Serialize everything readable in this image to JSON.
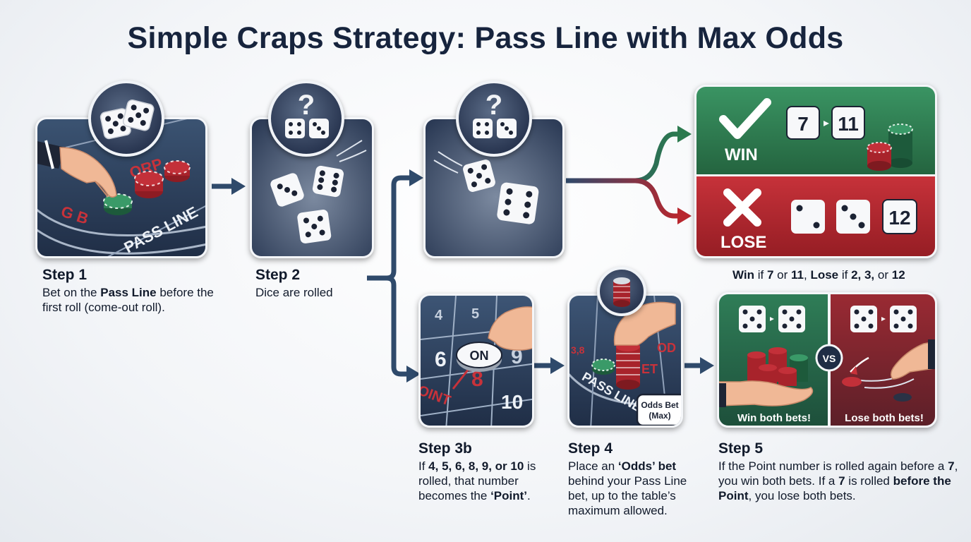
{
  "title": "Simple Craps Strategy: Pass Line with Max Odds",
  "colors": {
    "navy": "#2f4a6b",
    "win_green": "#2c7a4f",
    "lose_red": "#b8262e",
    "chip_red": "#a8232b",
    "chip_green": "#2e7d55"
  },
  "steps": {
    "s1": {
      "title": "Step 1",
      "desc_a": "Bet on the ",
      "desc_b": "Pass Line",
      "desc_c": " before the first roll (come-out roll)."
    },
    "s2": {
      "title": "Step 2",
      "desc": "Dice are rolled"
    },
    "s3b": {
      "title": "Step 3b",
      "desc_a": "If ",
      "desc_b": "4, 5, 6, 8, 9, or 10",
      "desc_c": " is rolled, that number becomes the ",
      "desc_d": "‘Point’",
      "desc_e": "."
    },
    "s4": {
      "title": "Step 4",
      "desc_a": "Place an ",
      "desc_b": "‘Odds’ bet",
      "desc_c": " behind your Pass Line bet, up to the table’s maximum allowed."
    },
    "s5": {
      "title": "Step 5",
      "desc_a": "If the Point number is rolled again before a ",
      "desc_b": "7",
      "desc_c": ", you win both bets. If a ",
      "desc_d": "7",
      "desc_e": " is rolled ",
      "desc_f": "before the Point",
      "desc_g": ", you lose both bets."
    }
  },
  "table_text": {
    "pass_line": "PASS LINE",
    "dont_pass": "ORP",
    "field": "G B",
    "on_puck": "ON",
    "n4": "4",
    "n5": "5",
    "n6": "6",
    "n8": "8",
    "n9": "9",
    "n10": "10",
    "point": "OINT",
    "s4_pass_line": "PASS LINE",
    "s4_numbers": "3,8",
    "s4_dont": "OD",
    "s4_bet": "ET"
  },
  "odds_label": {
    "line1": "Odds Bet",
    "line2": "(Max)"
  },
  "badge_q": "?",
  "outcomes": {
    "win": {
      "label": "WIN",
      "num_a": "7",
      "num_b": "11"
    },
    "lose": {
      "label": "LOSE",
      "num": "12"
    },
    "caption_a": "Win",
    "caption_b": " if ",
    "caption_c": "7",
    "caption_d": " or ",
    "caption_e": "11",
    "caption_f": ", ",
    "caption_g": "Lose",
    "caption_h": " if ",
    "caption_i": "2, 3,",
    "caption_j": " or ",
    "caption_k": "12"
  },
  "step5_panel": {
    "vs": "VS",
    "win_both": "Win both bets!",
    "lose_both": "Lose both bets!"
  },
  "icons": [
    "dice-icon",
    "question-dice-icon",
    "check-icon",
    "x-icon",
    "hand-icon",
    "chip-stack-icon",
    "arrow-icon"
  ]
}
